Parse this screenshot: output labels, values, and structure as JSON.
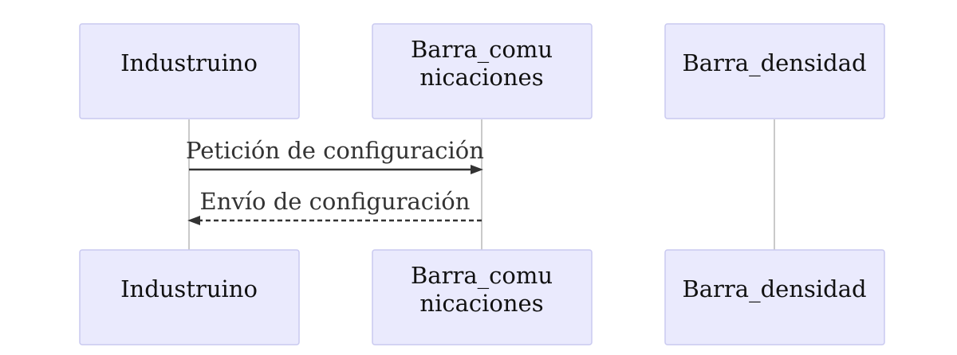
{
  "participants": [
    {
      "id": "industruino",
      "label": "Industruino",
      "lines": [
        "Industruino"
      ]
    },
    {
      "id": "barra-comunicaciones",
      "label": "Barra_comunicaciones",
      "lines": [
        "Barra_comu",
        "nicaciones"
      ]
    },
    {
      "id": "barra-densidad",
      "label": "Barra_densidad",
      "lines": [
        "Barra_densidad"
      ]
    }
  ],
  "messages": [
    {
      "from": "Industruino",
      "to": "Barra_comunicaciones",
      "text": "Petición de configuración",
      "style": "solid"
    },
    {
      "from": "Barra_comunicaciones",
      "to": "Industruino",
      "text": "Envío de configuración",
      "style": "dashed"
    }
  ]
}
